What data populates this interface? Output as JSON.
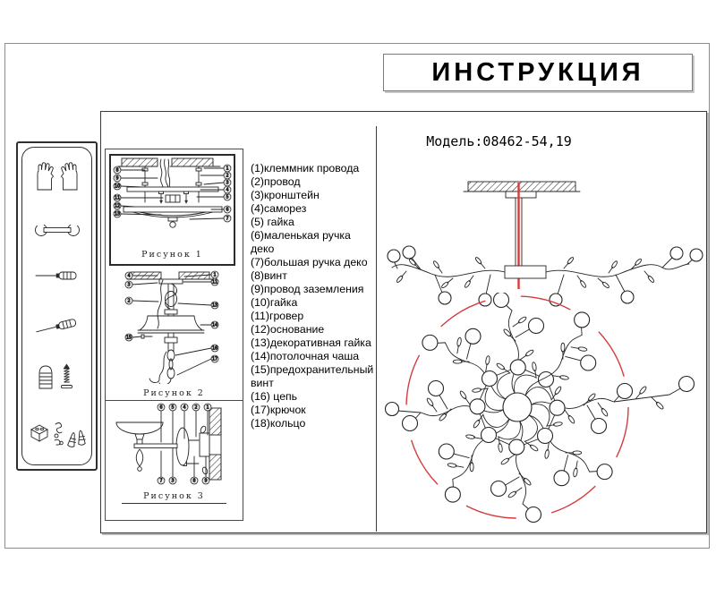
{
  "title": "ИНСТРУКЦИЯ",
  "model": {
    "label": "Модель:08462-54,19"
  },
  "colors": {
    "red": "#d43c3c",
    "ink": "#242424"
  },
  "sidebar": {
    "icons": [
      "gloves",
      "wrench",
      "screwdriver",
      "screwdriver",
      "wall-plug-and-screw",
      "terminal-hooks-anchors"
    ]
  },
  "figures": [
    {
      "caption": "Рисунок 1",
      "left_callouts": [
        "8",
        "9",
        "10",
        "11",
        "12",
        "13"
      ],
      "right_callouts": [
        "1",
        "2",
        "3",
        "4",
        "5",
        "6",
        "7"
      ]
    },
    {
      "caption": "Рисунок 2",
      "left_callouts": [
        "4",
        "3",
        "2",
        "15"
      ],
      "right_callouts": [
        "1",
        "11",
        "13",
        "14",
        "16",
        "17"
      ]
    },
    {
      "caption": "Рисунок 3",
      "top_callouts": [
        "6",
        "5",
        "4",
        "2",
        "1"
      ],
      "bottom_left_callouts": [
        "7",
        "3"
      ],
      "bottom_right_callouts": [
        "8",
        "9"
      ]
    }
  ],
  "parts": {
    "items": [
      "(1)клеммник провода",
      "(2)провод",
      "(3)кронштейн",
      "(4)саморез",
      "(5) гайка",
      "(6)маленькая ручка деко",
      "(7)большая ручка деко",
      "(8)винт",
      "(9)провод заземления",
      "(10)гайка",
      "(11)гровер",
      "(12)основание",
      "(13)декоративная гайка",
      "(14)потолочная чаша",
      "(15)предохранительный винт",
      "(16) цепь",
      "(17)крючок",
      "(18)кольцо"
    ]
  }
}
